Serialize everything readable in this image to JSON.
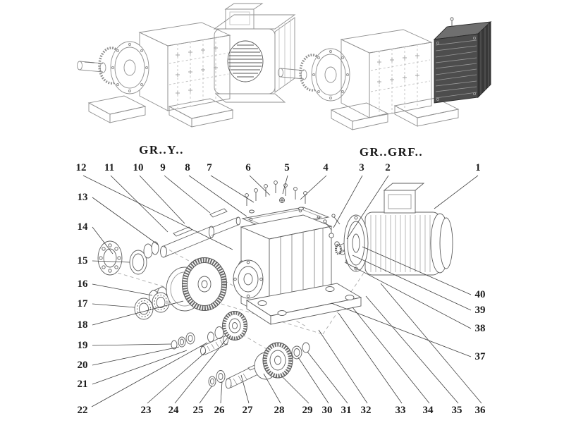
{
  "variants": [
    {
      "id": "gr-y",
      "label": "GR..Y.."
    },
    {
      "id": "gr-grf",
      "label": "GR..GRF.."
    }
  ],
  "exploded_view": {
    "callouts": {
      "top": [
        "12",
        "11",
        "10",
        "9",
        "8",
        "7",
        "6",
        "5",
        "4",
        "3",
        "2",
        "1"
      ],
      "left": [
        "13",
        "14",
        "15",
        "16",
        "17",
        "18",
        "19",
        "20",
        "21",
        "22"
      ],
      "bottom": [
        "23",
        "24",
        "25",
        "26",
        "27",
        "28",
        "29",
        "30",
        "31",
        "32",
        "33",
        "34",
        "35",
        "36"
      ],
      "right": [
        "40",
        "39",
        "38",
        "37"
      ]
    }
  },
  "drawings": [
    {
      "name": "gear-reducer-with-motor-isometric"
    },
    {
      "name": "gear-reducer-with-cover-isometric"
    },
    {
      "name": "exploded-parts-diagram"
    }
  ]
}
